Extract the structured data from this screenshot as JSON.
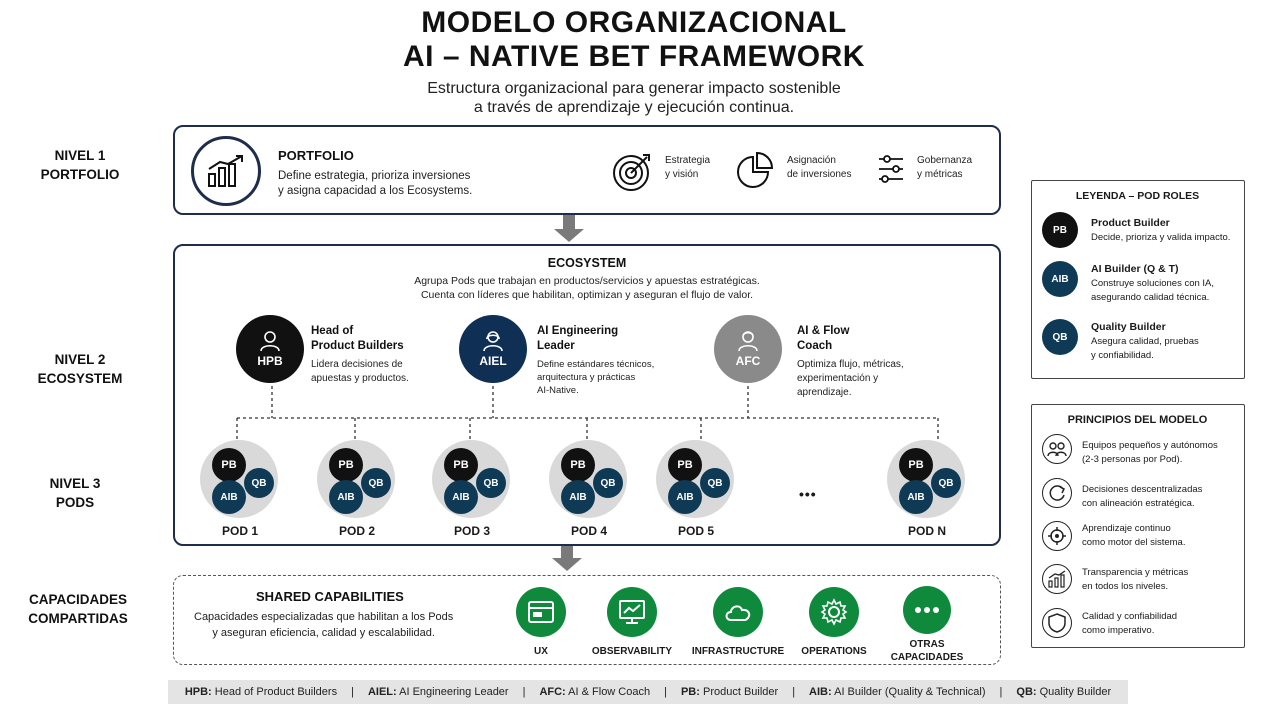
{
  "header": {
    "title_line1": "MODELO ORGANIZACIONAL",
    "title_line2": "AI – NATIVE  BET  FRAMEWORK",
    "subtitle_line1": "Estructura organizacional para generar impacto sostenible",
    "subtitle_line2": "a través de aprendizaje y ejecución continua."
  },
  "levels": {
    "l1_line1": "NIVEL 1",
    "l1_line2": "PORTFOLIO",
    "l2_line1": "NIVEL 2",
    "l2_line2": "ECOSYSTEM",
    "l3_line1": "NIVEL 3",
    "l3_line2": "PODS",
    "l4_line1": "CAPACIDADES",
    "l4_line2": "COMPARTIDAS"
  },
  "portfolio": {
    "title": "PORTFOLIO",
    "desc_line1": "Define estrategia, prioriza inversiones",
    "desc_line2": "y asigna capacidad a los Ecosystems.",
    "items": [
      {
        "icon": "target-icon",
        "line1": "Estrategia",
        "line2": "y visión"
      },
      {
        "icon": "pie-chart-icon",
        "line1": "Asignación",
        "line2": "de inversiones"
      },
      {
        "icon": "sliders-icon",
        "line1": "Gobernanza",
        "line2": "y métricas"
      }
    ]
  },
  "ecosystem": {
    "title": "ECOSYSTEM",
    "desc_line1": "Agrupa Pods que trabajan en productos/servicios y apuestas estratégicas.",
    "desc_line2": "Cuenta con líderes que habilitan, optimizan y aseguran el flujo de valor.",
    "leaders": [
      {
        "abbr": "HPB",
        "color": "#111111",
        "name_line1": "Head of",
        "name_line2": "Product Builders",
        "desc_line1": "Lidera decisiones de",
        "desc_line2": "apuestas y productos.",
        "desc_line3": ""
      },
      {
        "abbr": "AIEL",
        "color": "#0f2f55",
        "name_line1": "AI Engineering",
        "name_line2": "Leader",
        "desc_line1": "Define estándares técnicos,",
        "desc_line2": "arquitectura y prácticas",
        "desc_line3": "AI-Native."
      },
      {
        "abbr": "AFC",
        "color": "#8a8a8a",
        "name_line1": "AI & Flow",
        "name_line2": "Coach",
        "desc_line1": "Optimiza flujo, métricas,",
        "desc_line2": "experimentación y",
        "desc_line3": "aprendizaje."
      }
    ]
  },
  "pods": {
    "role_pb": "PB",
    "role_aib": "AIB",
    "role_qb": "QB",
    "ellipsis": "•••",
    "items": [
      "POD 1",
      "POD 2",
      "POD 3",
      "POD 4",
      "POD 5",
      "POD N"
    ]
  },
  "shared": {
    "title": "SHARED CAPABILITIES",
    "desc_line1": "Capacidades especializadas que habilitan a los Pods",
    "desc_line2": "y aseguran eficiencia, calidad y escalabilidad.",
    "items": [
      {
        "icon": "browser-window-icon",
        "line1": "UX",
        "line2": ""
      },
      {
        "icon": "monitor-chart-icon",
        "line1": "OBSERVABILITY",
        "line2": ""
      },
      {
        "icon": "cloud-icon",
        "line1": "INFRASTRUCTURE",
        "line2": ""
      },
      {
        "icon": "gear-icon",
        "line1": "OPERATIONS",
        "line2": ""
      },
      {
        "icon": "more-icon",
        "line1": "OTRAS",
        "line2": "CAPACIDADES"
      }
    ],
    "color": "#0f8a3c"
  },
  "legend": {
    "title": "LEYENDA – POD ROLES",
    "items": [
      {
        "abbr": "PB",
        "color": "#111111",
        "name": "Product Builder",
        "desc_line1": "Decide, prioriza y valida impacto.",
        "desc_line2": ""
      },
      {
        "abbr": "AIB",
        "color": "#0f3a55",
        "name": "AI Builder (Q & T)",
        "desc_line1": "Construye soluciones con IA,",
        "desc_line2": "asegurando calidad técnica."
      },
      {
        "abbr": "QB",
        "color": "#0f3a55",
        "name": "Quality Builder",
        "desc_line1": "Asegura calidad, pruebas",
        "desc_line2": "y confiabilidad."
      }
    ]
  },
  "principles": {
    "title": "PRINCIPIOS DEL MODELO",
    "items": [
      {
        "icon": "people-icon",
        "line1": "Equipos pequeños y autónomos",
        "line2": "(2-3 personas por Pod)."
      },
      {
        "icon": "cycle-icon",
        "line1": "Decisiones descentralizadas",
        "line2": "con alineación estratégica."
      },
      {
        "icon": "crosshair-icon",
        "line1": "Aprendizaje continuo",
        "line2": "como motor del sistema."
      },
      {
        "icon": "chart-growth-icon",
        "line1": "Transparencia y métricas",
        "line2": "en todos los niveles."
      },
      {
        "icon": "shield-icon",
        "line1": "Calidad y confiabilidad",
        "line2": "como imperativo."
      }
    ]
  },
  "footer": [
    {
      "abbr": "HPB:",
      "text": " Head of Product Builders"
    },
    {
      "abbr": "AIEL:",
      "text": "  AI Engineering Leader"
    },
    {
      "abbr": "AFC:",
      "text": " AI & Flow Coach"
    },
    {
      "abbr": "PB:",
      "text": " Product Builder"
    },
    {
      "abbr": "AIB:",
      "text": "  AI Builder (Quality & Technical)"
    },
    {
      "abbr": "QB:",
      "text": " Quality Builder"
    }
  ],
  "footer_sep": "|"
}
